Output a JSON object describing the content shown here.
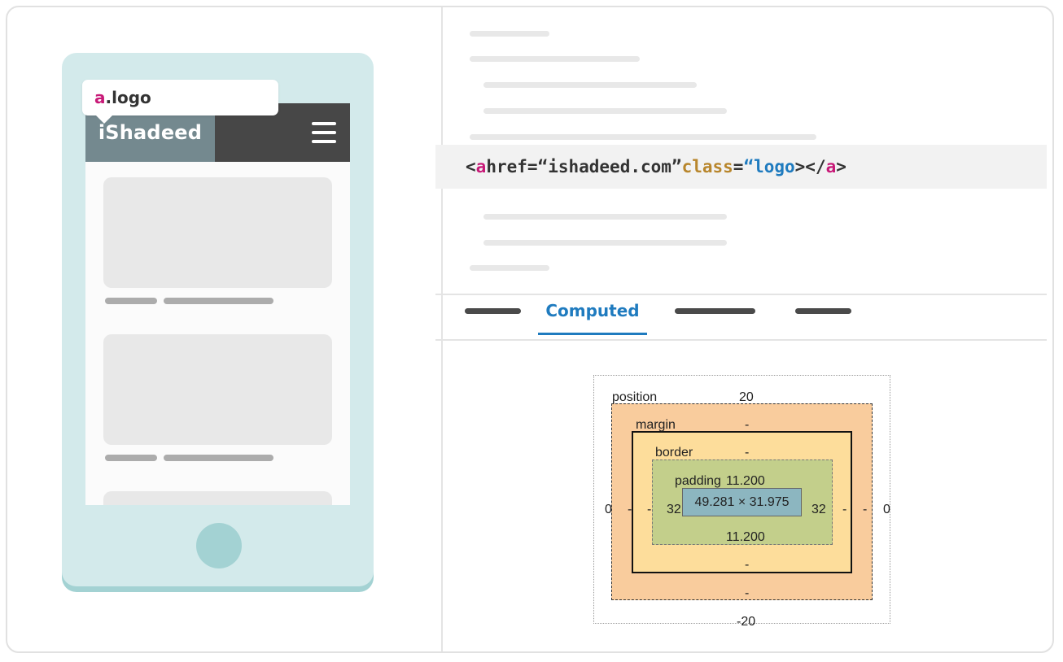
{
  "phone": {
    "tooltip": {
      "tag": "a",
      "class_suffix": ".logo"
    },
    "logo": "iShadeed"
  },
  "code": {
    "open_bracket": "<",
    "tag": "a",
    "attr1": "href",
    "eq1": "=",
    "val1": "“ishadeed.com”",
    "attr2": "class",
    "eq2": "=",
    "val2": "“logo",
    "close_open": "></",
    "close_tag": "a",
    "close_bracket": ">"
  },
  "tabs": {
    "active": "Computed"
  },
  "box_model": {
    "position_label": "position",
    "position_top": "20",
    "position_bottom": "-20",
    "position_left": "0",
    "position_right": "0",
    "margin_label": "margin",
    "margin_top": "-",
    "margin_bottom": "-",
    "margin_left": "-",
    "margin_right": "-",
    "border_label": "border",
    "border_top": "-",
    "border_bottom": "-",
    "border_left": "-",
    "border_right": "-",
    "padding_label": "padding",
    "padding_top": "11.200",
    "padding_bottom": "11.200",
    "padding_left": "32",
    "padding_right": "32",
    "content_size": "49.281 × 31.975"
  },
  "colors": {
    "tag": "#c81a78",
    "attribute": "#b8862c",
    "value": "#1f7bbf",
    "accent": "#1f7bbf",
    "margin_fill": "#f9cc9d",
    "border_fill": "#fddd9b",
    "padding_fill": "#c3cf8b",
    "content_fill": "#8cb6c0"
  }
}
